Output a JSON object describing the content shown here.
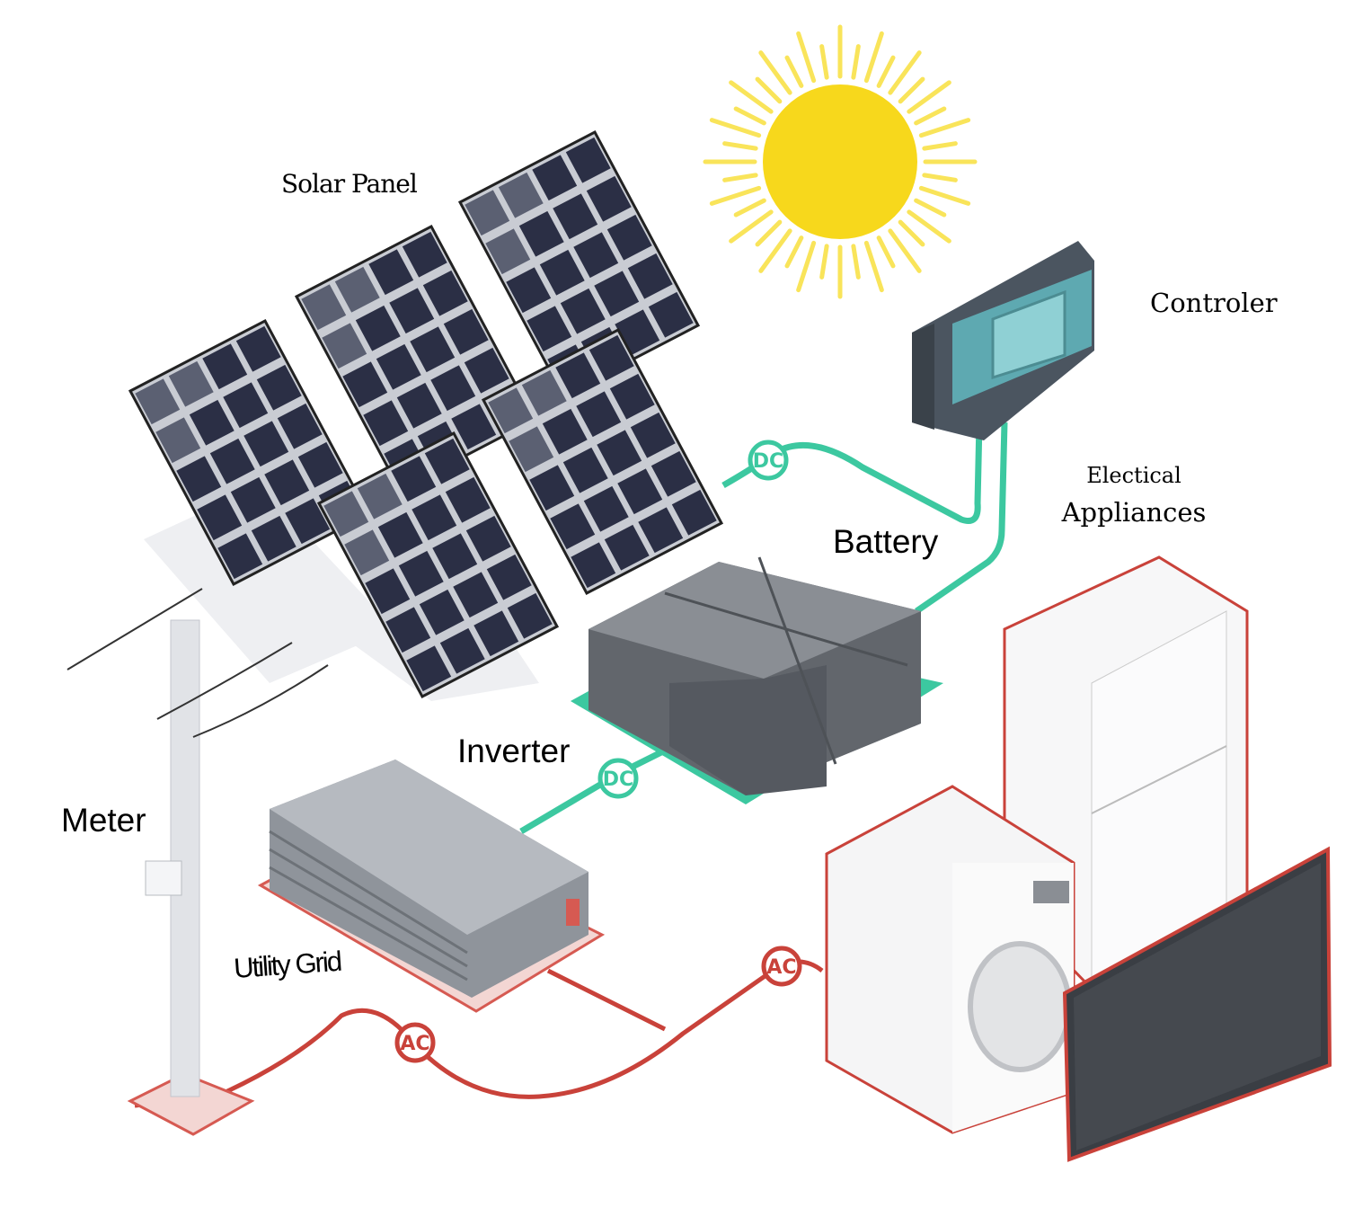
{
  "labels": {
    "solar_panel": "Solar Panel",
    "controller": "Controler",
    "appliances_line1": "Electical",
    "appliances_line2": "Appliances",
    "battery": "Battery",
    "inverter": "Inverter",
    "meter": "Meter",
    "utility_grid": "Utility Grid"
  },
  "badges": {
    "dc_controller": "DC",
    "dc_inverter": "DC",
    "ac_grid": "AC",
    "ac_appliances": "AC"
  },
  "colors": {
    "dc_cable": "#3cc8a0",
    "ac_cable": "#c9423a",
    "sun": "#f7d81c",
    "panel": "#2b2f45",
    "device_gray": "#6c7077"
  }
}
